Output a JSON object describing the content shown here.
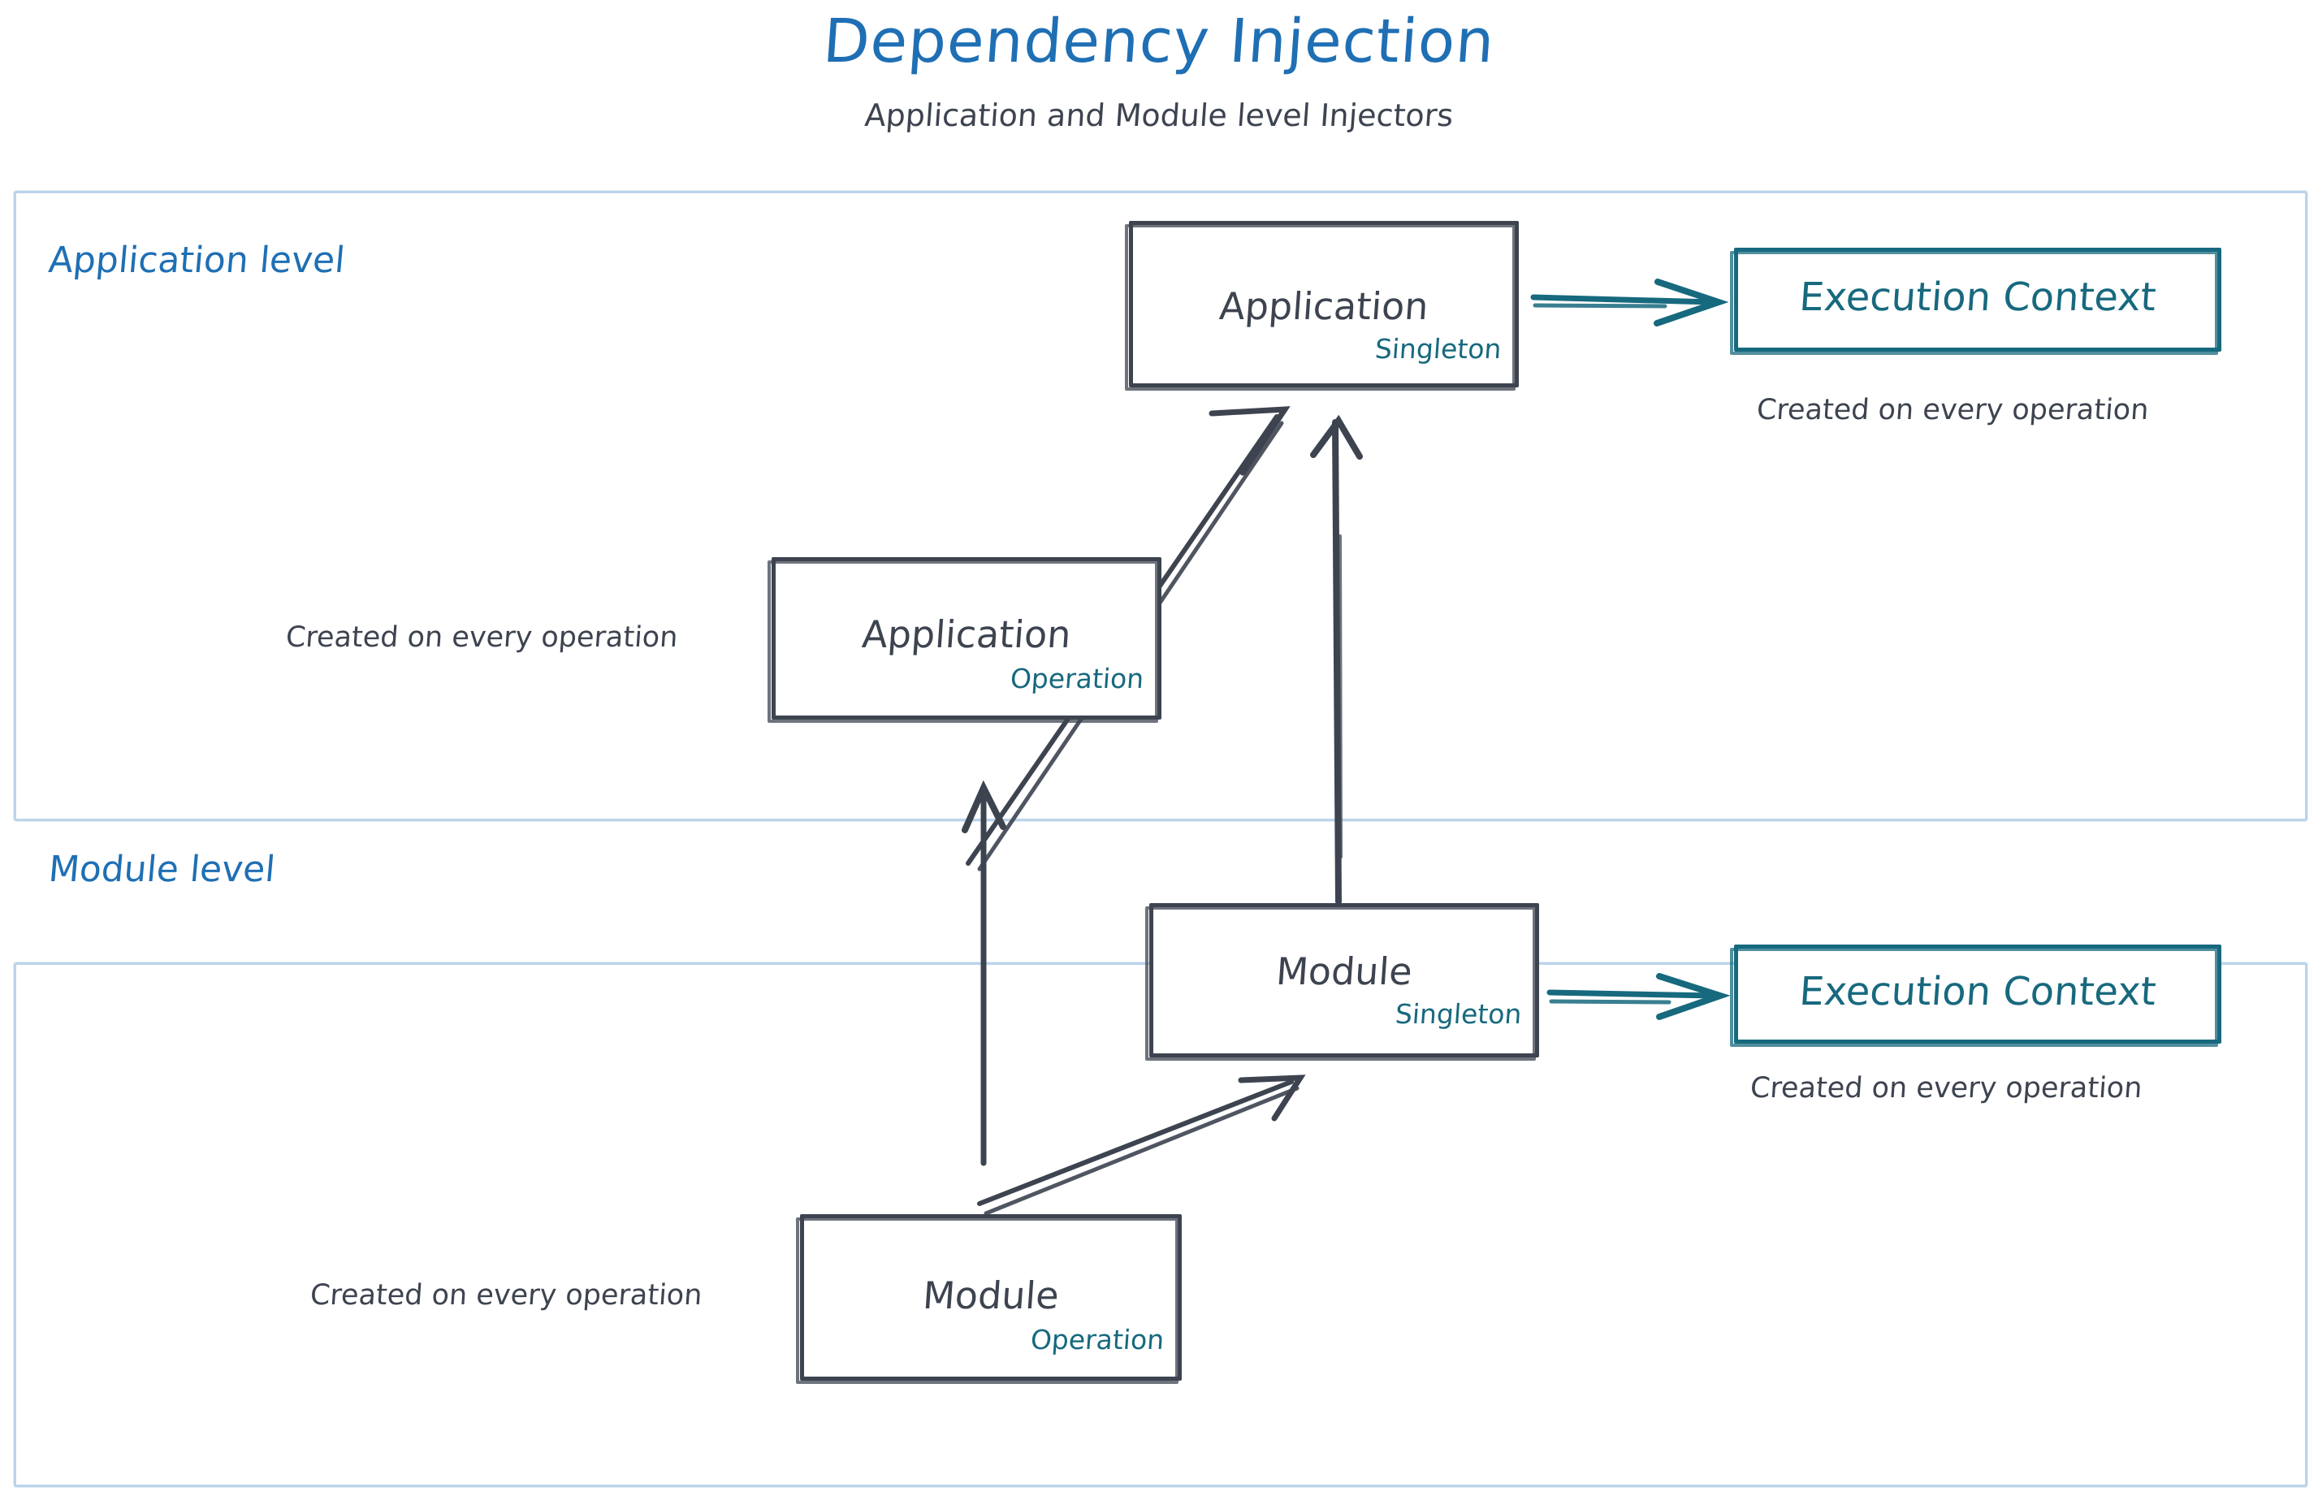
{
  "header": {
    "title": "Dependency Injection",
    "subtitle": "Application and Module level Injectors",
    "title_color": "#1f6fb4",
    "subtitle_color": "#3d4450"
  },
  "palette": {
    "blue": "#1f6fb4",
    "light_blue_border": "#bcd4ea",
    "dark_gray": "#3d4450",
    "teal": "#17697e",
    "background": "#ffffff"
  },
  "levels": [
    {
      "id": "application-level",
      "label": "Application level",
      "nodes": [
        {
          "id": "app-singleton",
          "title": "Application",
          "scope": "Singleton",
          "color": "dark_gray"
        },
        {
          "id": "app-operation",
          "title": "Application",
          "scope": "Operation",
          "color": "dark_gray"
        },
        {
          "id": "exec-context-app",
          "title": "Execution Context",
          "scope": "",
          "color": "teal"
        }
      ],
      "captions": [
        {
          "id": "cap-exec-app",
          "text": "Created on every operation"
        },
        {
          "id": "cap-app-op",
          "text": "Created on every operation"
        }
      ]
    },
    {
      "id": "module-level",
      "label": "Module level",
      "nodes": [
        {
          "id": "mod-singleton",
          "title": "Module",
          "scope": "Singleton",
          "color": "dark_gray"
        },
        {
          "id": "mod-operation",
          "title": "Module",
          "scope": "Operation",
          "color": "dark_gray"
        },
        {
          "id": "exec-context-mod",
          "title": "Execution Context",
          "scope": "",
          "color": "teal"
        }
      ],
      "captions": [
        {
          "id": "cap-exec-mod",
          "text": "Created on every operation"
        },
        {
          "id": "cap-mod-op",
          "text": "Created on every operation"
        }
      ]
    }
  ],
  "edges": [
    {
      "id": "app-singleton-to-exec",
      "from": "app-singleton",
      "to": "exec-context-app",
      "style": "teal-arrow",
      "direction": "right"
    },
    {
      "id": "app-operation-to-app-singleton",
      "from": "app-operation",
      "to": "app-singleton",
      "style": "gray-arrow",
      "direction": "up-right"
    },
    {
      "id": "mod-singleton-to-app-singleton",
      "from": "mod-singleton",
      "to": "app-singleton",
      "style": "gray-arrow",
      "direction": "up"
    },
    {
      "id": "mod-operation-to-app-operation",
      "from": "mod-operation",
      "to": "app-operation",
      "style": "gray-arrow",
      "direction": "up"
    },
    {
      "id": "mod-singleton-to-exec",
      "from": "mod-singleton",
      "to": "exec-context-mod",
      "style": "teal-arrow",
      "direction": "right"
    },
    {
      "id": "mod-operation-to-mod-singleton",
      "from": "mod-operation",
      "to": "mod-singleton",
      "style": "gray-arrow",
      "direction": "up-right"
    }
  ]
}
